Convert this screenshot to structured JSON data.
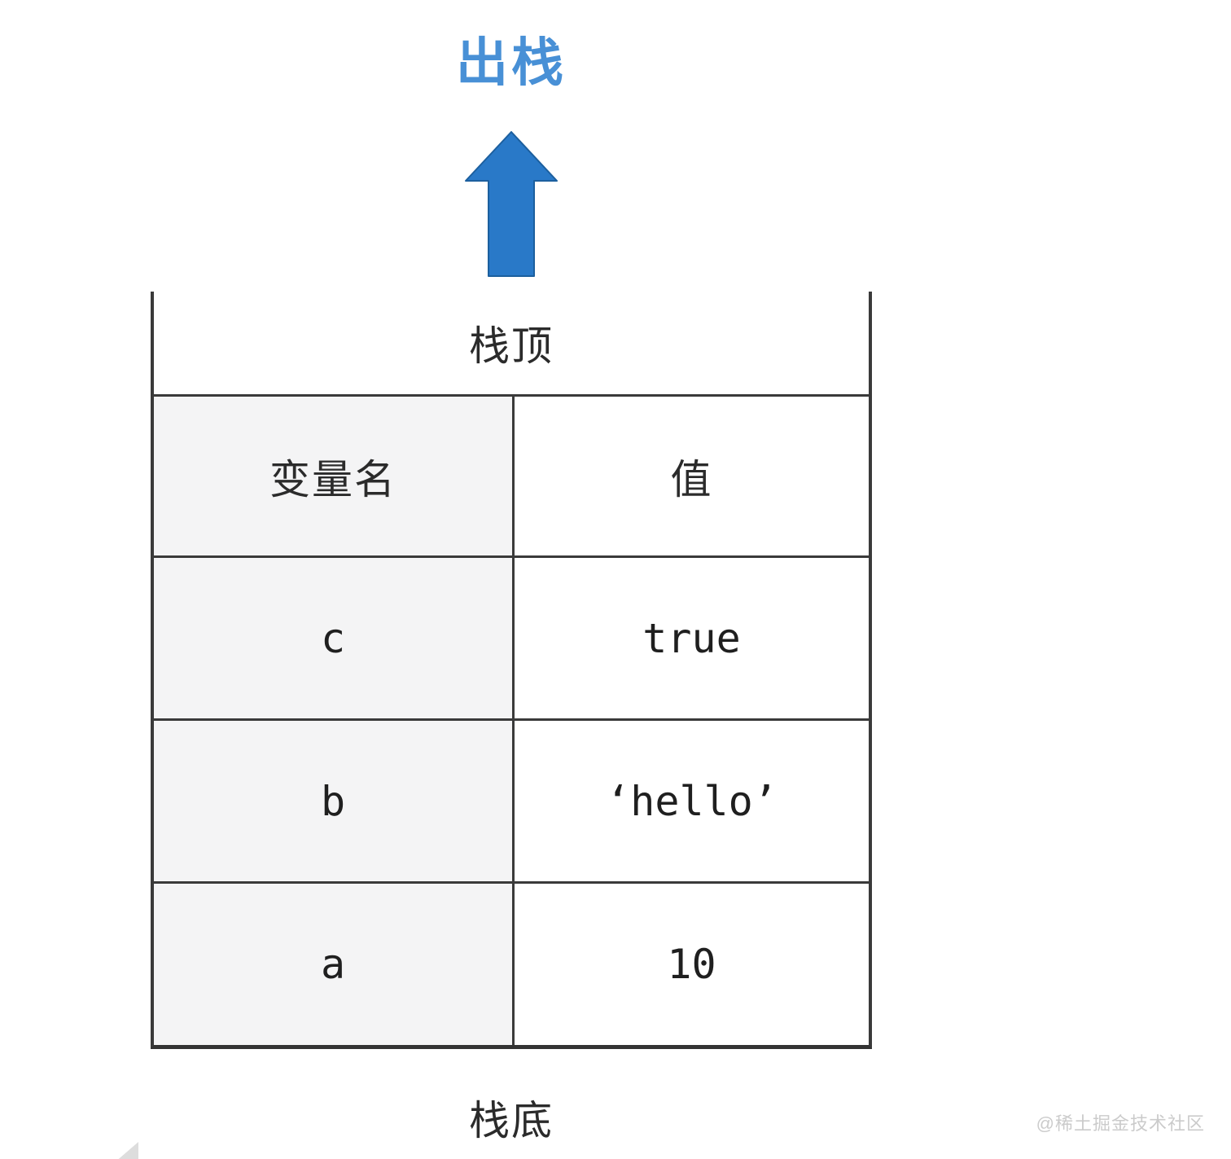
{
  "diagram": {
    "pop_label": "出栈",
    "stack_top_label": "栈顶",
    "stack_bottom_label": "栈底",
    "table": {
      "headers": [
        "变量名",
        "值"
      ],
      "rows": [
        {
          "name": "c",
          "value": "true"
        },
        {
          "name": "b",
          "value": "‘hello’"
        },
        {
          "name": "a",
          "value": "10"
        }
      ]
    },
    "colors": {
      "arrow_fill": "#2979C8",
      "arrow_stroke": "#1C5F9E",
      "title_blue": "#4890D6",
      "line": "#3A3A3A",
      "name_col_bg": "#F4F4F5",
      "cjk_text": "#2B2B2B",
      "mono_text": "#1F1F1F",
      "watermark_gray": "#CBCBCB"
    }
  },
  "watermark": {
    "text": "@稀土掘金技术社区"
  }
}
